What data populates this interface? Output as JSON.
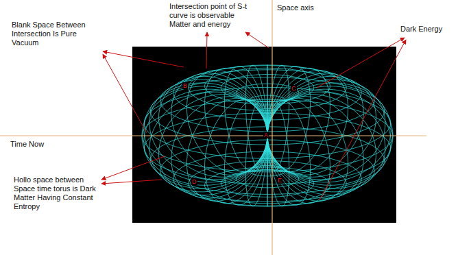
{
  "diagram": {
    "labels": [
      "Intersection point of S-t curve is observable Matter and energy",
      "Space axis",
      "Blank Space Between Intersection Is Pure Vacuum",
      "Dark Energy",
      "B",
      "C",
      "Time Now",
      "A",
      "Hollo space between Space time torus is Dark Matter Having Constant Entropy",
      "D",
      "E"
    ]
  }
}
